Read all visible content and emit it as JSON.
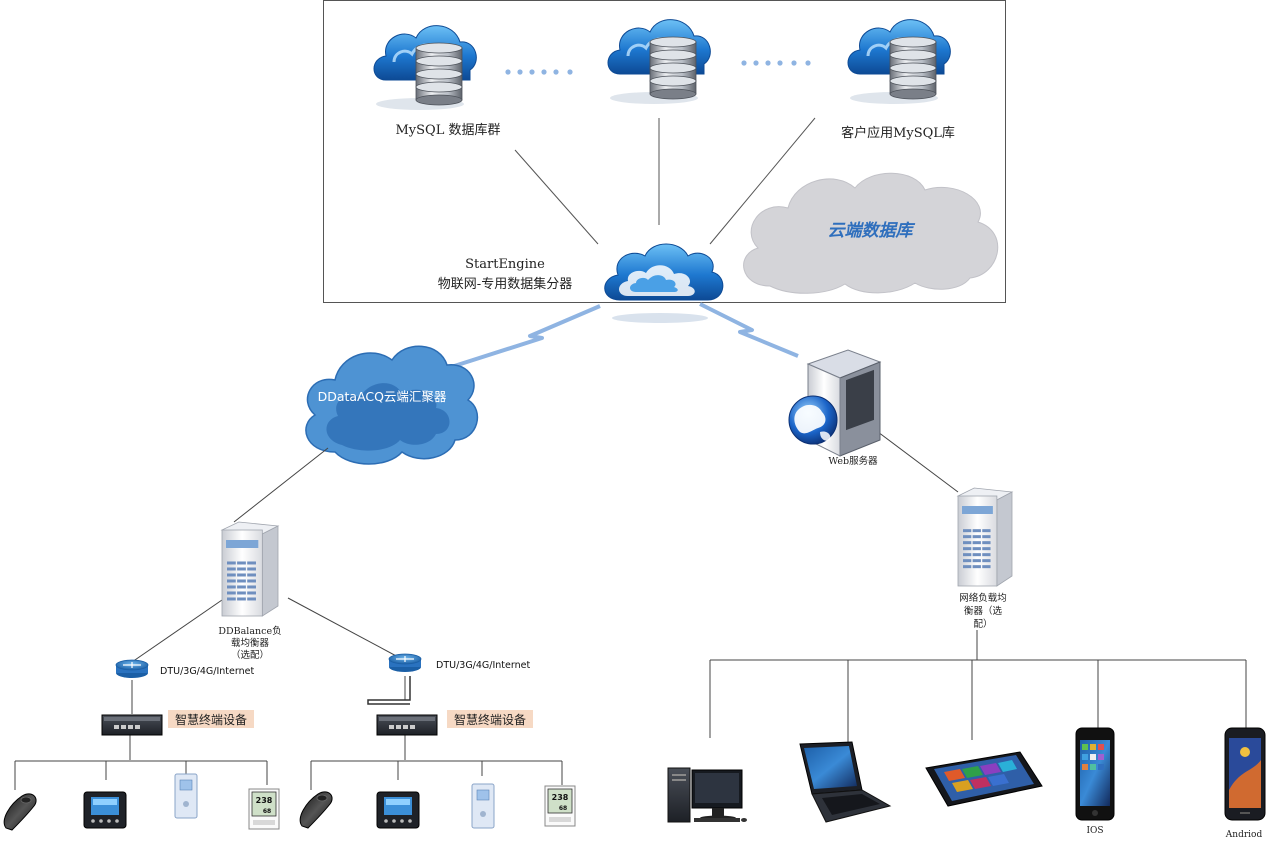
{
  "cloud_zone": {
    "mysql_group_label": "MySQL 数据库群",
    "client_mysql_label": "客户应用MySQL库",
    "cloud_db_label": "云端数据库",
    "start_engine_line1": "StartEngine",
    "start_engine_line2": "物联网-专用数据集分器"
  },
  "left_branch": {
    "aggregator_label": "DDataACQ云端汇聚器",
    "balancer_line1": "DDBalance负",
    "balancer_line2": "载均衡器",
    "balancer_line3": "（选配）",
    "router_left_label": "DTU/3G/4G/Internet",
    "router_right_label": "DTU/3G/4G/Internet",
    "terminal_left_label": "智慧终端设备",
    "terminal_right_label": "智慧终端设备",
    "display_value_a": "238",
    "display_value_b": "68"
  },
  "right_branch": {
    "web_server_label": "Web服务器",
    "net_balancer_line1": "网络负载均",
    "net_balancer_line2": "衡器（选",
    "net_balancer_line3": "配）",
    "ios_label": "IOS",
    "android_label": "Andriod"
  },
  "colors": {
    "cloud_blue": "#1f6fc0",
    "cloud_gray": "#d4d4d8",
    "lightning": "#8fb4e2",
    "label_bg": "#f6d9c4",
    "line": "#444444"
  },
  "icons": [
    "database-cloud-icon",
    "router-icon",
    "server-tower-icon",
    "globe-server-icon",
    "desktop-pc-icon",
    "laptop-icon",
    "tablet-icon",
    "smartphone-icon",
    "sensor-cable-icon",
    "controller-panel-icon",
    "thermometer-display-icon"
  ]
}
